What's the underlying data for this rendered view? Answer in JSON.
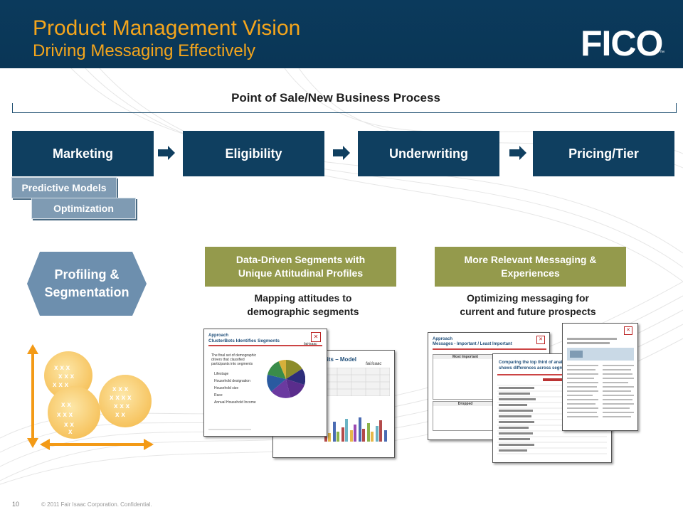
{
  "header": {
    "title": "Product Management Vision",
    "subtitle": "Driving Messaging Effectively",
    "logo": "FICO",
    "logo_tm": "™"
  },
  "process": {
    "title": "Point of Sale/New Business Process",
    "steps": [
      {
        "label": "Marketing"
      },
      {
        "label": "Eligibility"
      },
      {
        "label": "Underwriting"
      },
      {
        "label": "Pricing/Tier"
      }
    ]
  },
  "tags": {
    "predictive": "Predictive Models",
    "optimization": "Optimization"
  },
  "profiling": {
    "label_line1": "Profiling &",
    "label_line2": "Segmentation"
  },
  "panels": [
    {
      "header_line1": "Data-Driven Segments with",
      "header_line2": "Unique Attitudinal Profiles",
      "caption_line1": "Mapping attitudes to",
      "caption_line2": "demographic segments"
    },
    {
      "header_line1": "More Relevant Messaging &",
      "header_line2": "Experiences",
      "caption_line1": "Optimizing messaging for",
      "caption_line2": "current and future prospects"
    }
  ],
  "thumb1": {
    "title_line1": "Approach",
    "title_line2": "ClusterBots Identifies Segments",
    "brand": "fairisaac",
    "bullet_intro": "The final set of demographic drivers that classified participants into segments",
    "bullets": [
      "Lifestage",
      "Household designation",
      "Household size",
      "Race",
      "Annual Household Income"
    ],
    "back_title": "fits – Model"
  },
  "thumb2": {
    "title_line1": "Approach",
    "title_line2": "Messages - Important / Least Important",
    "section1": "Most Important",
    "section2": "Dropped",
    "middle_title_line1": "Comparing the top third of analyzed",
    "middle_title_line2": "shows differences across segment"
  },
  "footer": {
    "page_number": "10",
    "copyright": "© 2011  Fair Isaac Corporation.  Confidential."
  },
  "colors": {
    "navy": "#0f3f60",
    "orange": "#f4a51c",
    "olive": "#949a4c",
    "steel": "#7f9bb3",
    "chevron": "#6d8fae"
  }
}
